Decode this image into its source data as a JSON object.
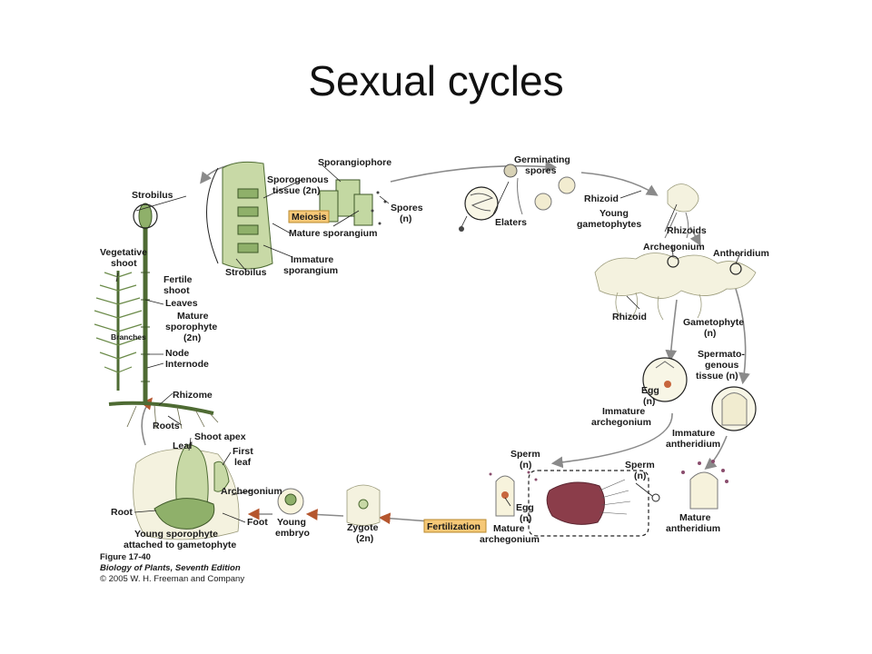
{
  "title": "Sexual cycles",
  "labels": {
    "sporangiophore": "Sporangiophore",
    "germinating_spores_1": "Germinating",
    "germinating_spores_2": "spores",
    "strobilus_top": "Strobilus",
    "sporogenous_1": "Sporogenous",
    "sporogenous_2": "tissue (2n)",
    "meiosis": "Meiosis",
    "mature_sporangium": "Mature sporangium",
    "immature_sporangium_1": "Immature",
    "immature_sporangium_2": "sporangium",
    "strobilus_bottom": "Strobilus",
    "spores_1": "Spores",
    "spores_2": "(n)",
    "elaters": "Elaters",
    "rhizoid_top": "Rhizoid",
    "young_gametophytes_1": "Young",
    "young_gametophytes_2": "gametophytes",
    "rhizoids": "Rhizoids",
    "archegonium_top": "Archegonium",
    "antheridium": "Antheridium",
    "rhizoid_mid": "Rhizoid",
    "gametophyte_1": "Gametophyte",
    "gametophyte_2": "(n)",
    "spermatogenous_1": "Spermato-",
    "spermatogenous_2": "genous",
    "spermatogenous_3": "tissue (n)",
    "egg_upper_1": "Egg",
    "egg_upper_2": "(n)",
    "immature_archegonium_1": "Immature",
    "immature_archegonium_2": "archegonium",
    "immature_antheridium_1": "Immature",
    "immature_antheridium_2": "antheridium",
    "vegetative_shoot_1": "Vegetative",
    "vegetative_shoot_2": "shoot",
    "fertile_shoot_1": "Fertile",
    "fertile_shoot_2": "shoot",
    "leaves": "Leaves",
    "mature_sporophyte_1": "Mature",
    "mature_sporophyte_2": "sporophyte",
    "mature_sporophyte_3": "(2n)",
    "branches": "Branches",
    "node": "Node",
    "internode": "Internode",
    "rhizome": "Rhizome",
    "roots": "Roots",
    "shoot_apex": "Shoot apex",
    "leaf": "Leaf",
    "first_leaf_1": "First",
    "first_leaf_2": "leaf",
    "archegonium_bottom": "Archegonium",
    "root": "Root",
    "foot": "Foot",
    "young_sporophyte_1": "Young sporophyte",
    "young_sporophyte_2": "attached to gametophyte",
    "young_embryo_1": "Young",
    "young_embryo_2": "embryo",
    "zygote_1": "Zygote",
    "zygote_2": "(2n)",
    "fertilization": "Fertilization",
    "sperm_left_1": "Sperm",
    "sperm_left_2": "(n)",
    "egg_lower_1": "Egg",
    "egg_lower_2": "(n)",
    "mature_archegonium_1": "Mature",
    "mature_archegonium_2": "archegonium",
    "sperm_right_1": "Sperm",
    "sperm_right_2": "(n)",
    "mature_antheridium_1": "Mature",
    "mature_antheridium_2": "antheridium"
  },
  "caption": {
    "figure": "Figure 17-40",
    "book": "Biology of Plants, Seventh Edition",
    "copyright": "© 2005 W. H. Freeman and Company"
  }
}
